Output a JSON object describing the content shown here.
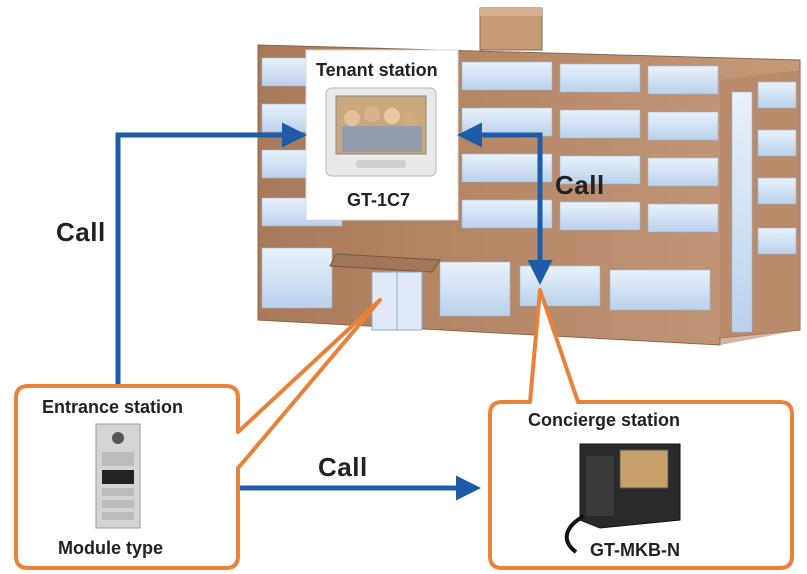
{
  "labels": {
    "tenant_station": "Tenant station",
    "tenant_model": "GT-1C7",
    "entrance_station": "Entrance station",
    "entrance_type": "Module type",
    "concierge_station": "Concierge station",
    "concierge_model": "GT-MKB-N",
    "call_left": "Call",
    "call_right": "Call",
    "call_bottom": "Call"
  },
  "colors": {
    "arrow": "#1f5ca8",
    "callout_border": "#e8823a",
    "building_brick": "#b88a6a",
    "window_glass": "#cfe0f2"
  }
}
